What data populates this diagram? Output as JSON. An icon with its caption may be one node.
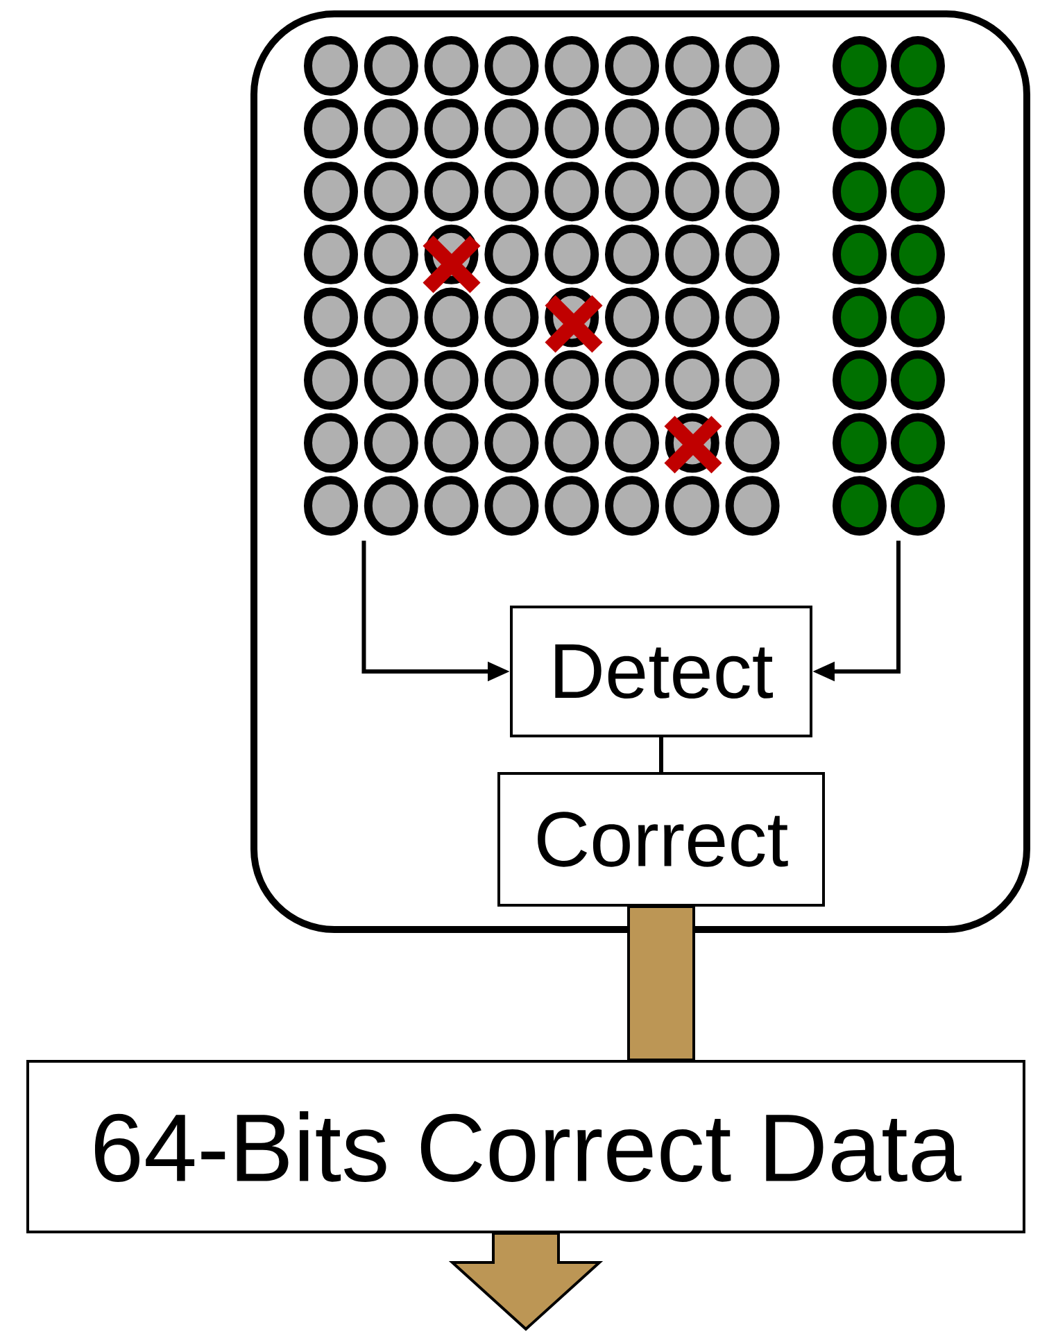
{
  "diagram": {
    "nodes": [
      {
        "text": [],
        "shape": "box"
      },
      {
        "text": [],
        "shape": "grid",
        "in": 0
      },
      {
        "text": [],
        "shape": "grid",
        "in": 0
      },
      {
        "text": [
          "Detect"
        ],
        "in": 0
      },
      {
        "text": [
          "Correct"
        ],
        "in": 0
      },
      {
        "text": [
          "64-Bits Correct Data"
        ]
      }
    ],
    "edges": [
      {
        "from": 1,
        "to": 3,
        "arrow": "to"
      },
      {
        "from": 2,
        "to": 3,
        "arrow": "to"
      },
      {
        "from": 3,
        "to": 4,
        "arrow": "none"
      },
      {
        "from": 4,
        "to": 5,
        "arrow": "none",
        "style": "thick",
        "color": "#bc9655"
      },
      {
        "from": 5,
        "to": null,
        "arrow": "to",
        "style": "thick",
        "color": "#bc9655"
      }
    ]
  }
}
